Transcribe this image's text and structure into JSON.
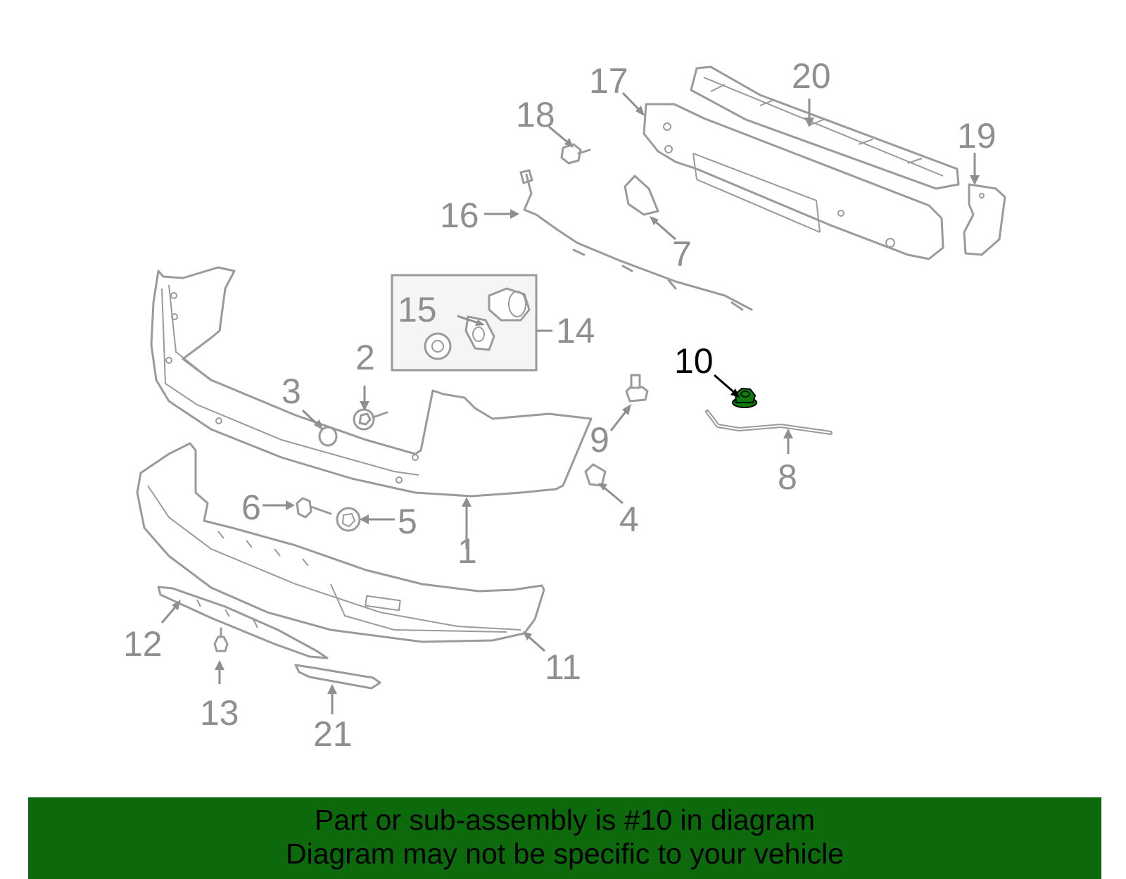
{
  "diagram": {
    "highlighted_part": "10",
    "highlight_color": "#0c7a0c",
    "parts": [
      {
        "id": "p1",
        "label": "1"
      },
      {
        "id": "p2",
        "label": "2"
      },
      {
        "id": "p3",
        "label": "3"
      },
      {
        "id": "p4",
        "label": "4"
      },
      {
        "id": "p5",
        "label": "5"
      },
      {
        "id": "p6",
        "label": "6"
      },
      {
        "id": "p7",
        "label": "7"
      },
      {
        "id": "p8",
        "label": "8"
      },
      {
        "id": "p9",
        "label": "9"
      },
      {
        "id": "p10",
        "label": "10"
      },
      {
        "id": "p11",
        "label": "11"
      },
      {
        "id": "p12",
        "label": "12"
      },
      {
        "id": "p13",
        "label": "13"
      },
      {
        "id": "p14",
        "label": "14"
      },
      {
        "id": "p15",
        "label": "15"
      },
      {
        "id": "p16",
        "label": "16"
      },
      {
        "id": "p17",
        "label": "17"
      },
      {
        "id": "p18",
        "label": "18"
      },
      {
        "id": "p19",
        "label": "19"
      },
      {
        "id": "p20",
        "label": "20"
      },
      {
        "id": "p21",
        "label": "21"
      }
    ]
  },
  "banner": {
    "line1": "Part or sub-assembly is #10 in diagram",
    "line2": "Diagram may not be specific to your vehicle",
    "background": "#0c6a0c"
  }
}
